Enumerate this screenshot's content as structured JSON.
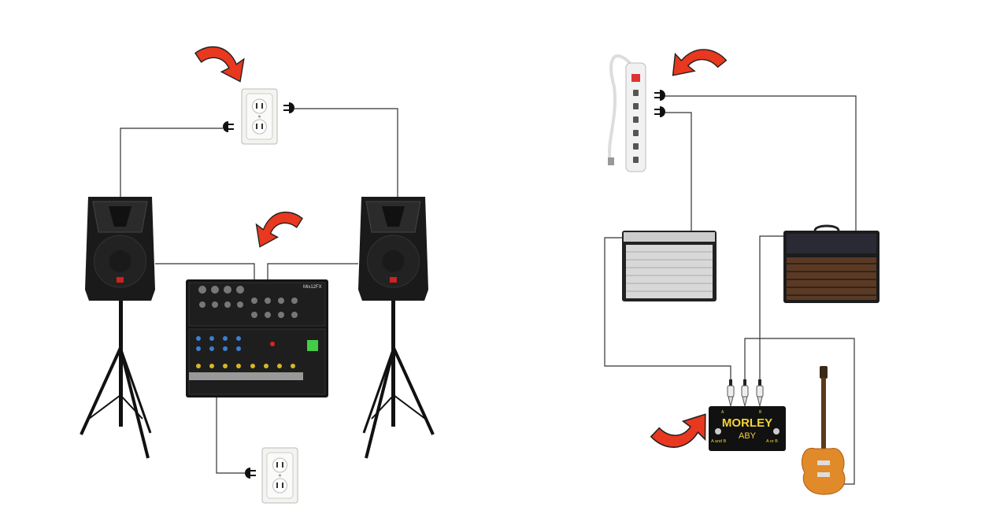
{
  "pa_system": {
    "mixer_brand": "Mix12FX"
  },
  "guitar_rig": {
    "pedal_brand": "MORLEY",
    "pedal_model": "ABY",
    "pedal_left_label": "A and B",
    "pedal_right_label": "A or B",
    "jack_a": "A",
    "jack_b": "B"
  },
  "colors": {
    "arrow": "#e8381f",
    "wire": "#333333",
    "pedal_text": "#f2d33a"
  }
}
